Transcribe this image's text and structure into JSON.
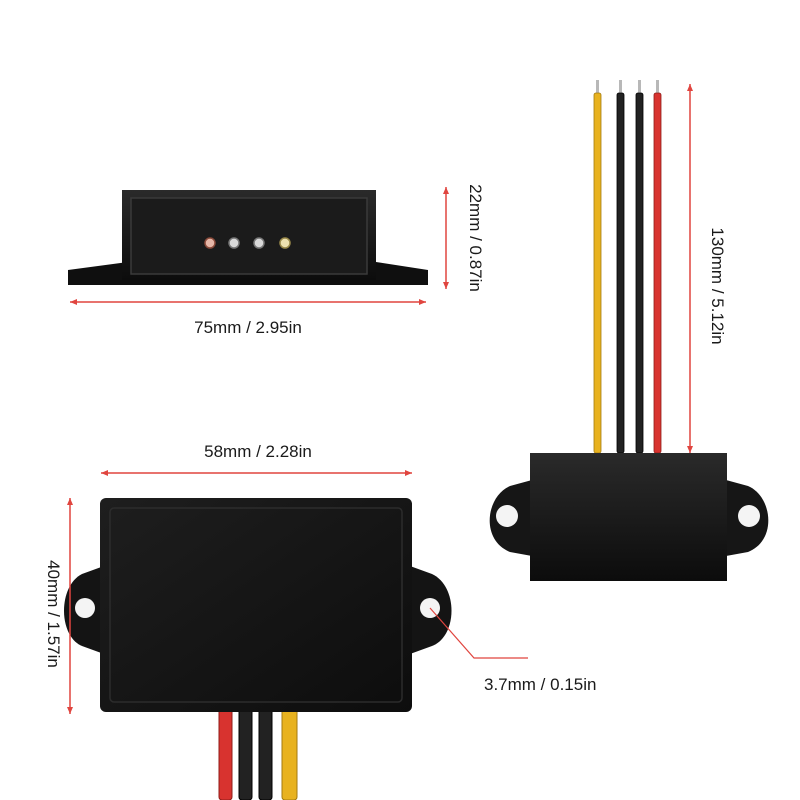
{
  "dimensions": {
    "length_front": "75mm / 2.95in",
    "height_front": "22mm / 0.87in",
    "wire_length": "130mm / 5.12in",
    "width_top": "58mm / 2.28in",
    "depth_top": "40mm / 1.57in",
    "hole_diameter": "3.7mm / 0.15in"
  },
  "colors": {
    "dimension_line": "#e0453f",
    "case_black": "#141414",
    "wire_yellow": "#e8b21f",
    "wire_black": "#222222",
    "wire_red": "#d8332f"
  },
  "wires": [
    "yellow",
    "black",
    "black",
    "red"
  ]
}
